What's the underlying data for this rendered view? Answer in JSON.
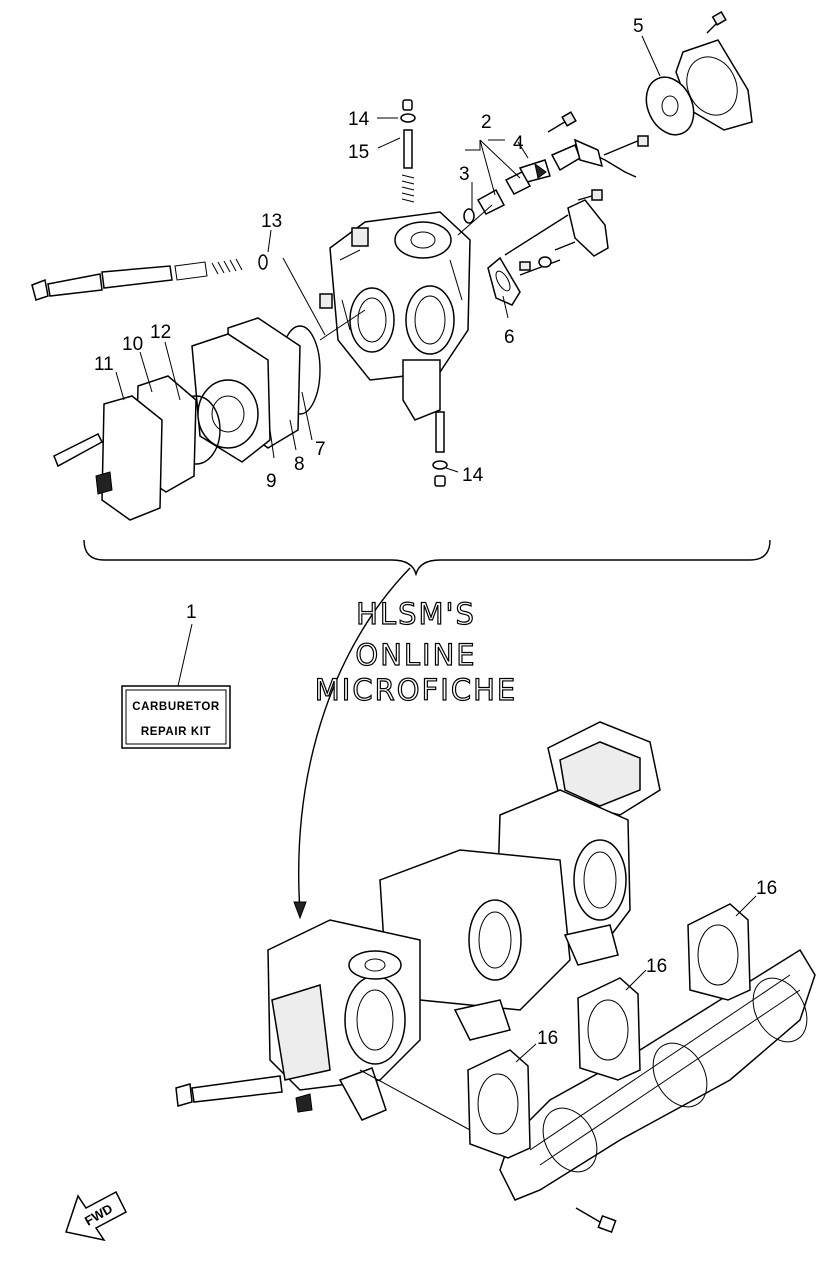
{
  "callouts": {
    "c1": "1",
    "c2": "2",
    "c3": "3",
    "c4": "4",
    "c5": "5",
    "c6": "6",
    "c7": "7",
    "c8": "8",
    "c9": "9",
    "c10": "10",
    "c11": "11",
    "c12": "12",
    "c13": "13",
    "c14a": "14",
    "c14b": "14",
    "c15": "15",
    "c16a": "16",
    "c16b": "16",
    "c16c": "16"
  },
  "kit_label": {
    "line1": "CARBURETOR",
    "line2": "REPAIR KIT"
  },
  "watermark": {
    "line1": "HLSM'S",
    "line2": "ONLINE",
    "line3": "MICROFICHE"
  },
  "direction": {
    "label": "FWD"
  }
}
